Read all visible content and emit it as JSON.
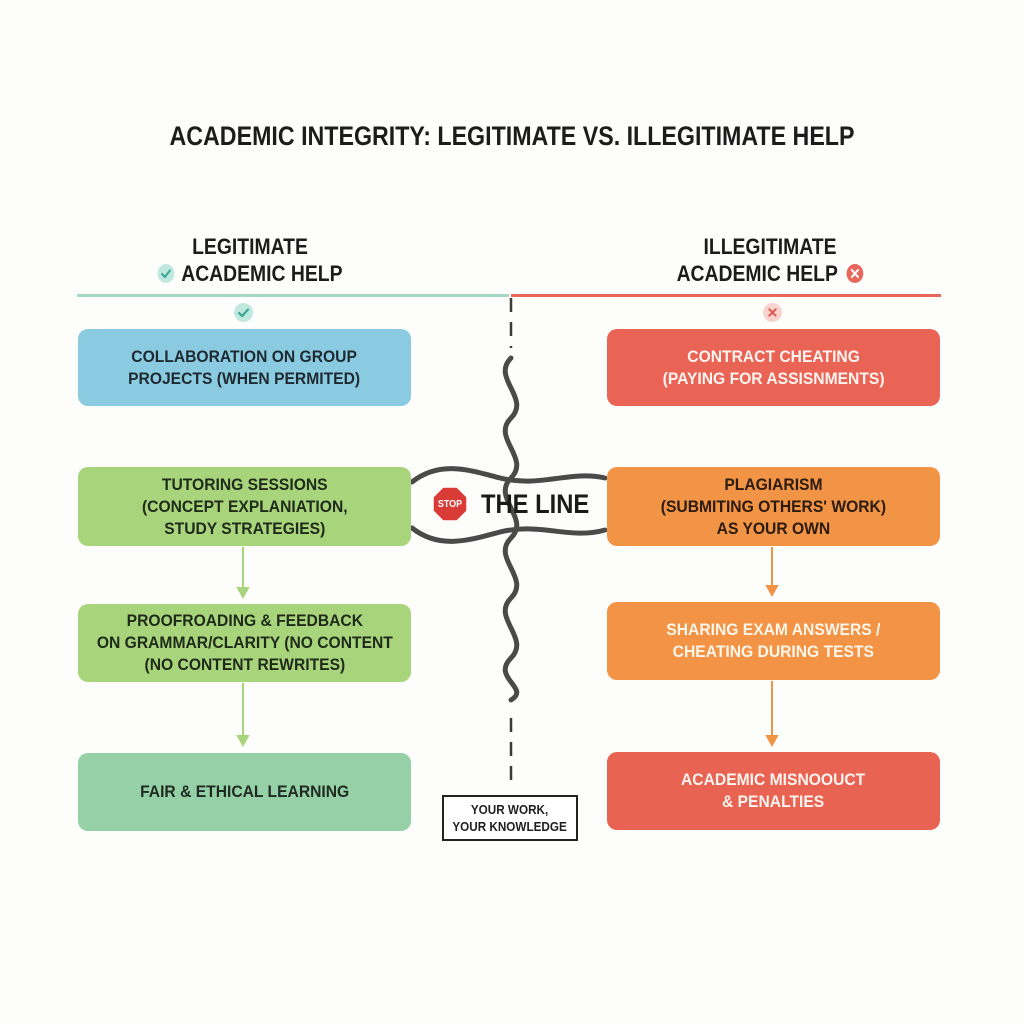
{
  "title": "ACADEMIC INTEGRITY: LEGITIMATE VS. ILLEGITIMATE HELP",
  "left": {
    "heading_line1": "LEGITIMATE",
    "heading_line2": "ACADEMIC HELP",
    "icon": "check-circle-icon",
    "color": "#6cc3b5",
    "items": [
      "COLLABORATION ON GROUP\nPROJECTS (WHEN PERMITED)",
      "TUTORING SESSIONS\n(CONCEPT EXPLANIATION,\nSTUDY STRATEGIES)",
      "PROOFROADING & FEEDBACK\nON GRAMMAR/CLARITY (NO CONTENT\n(NO CONTENT REWRITES)",
      "FAIR & ETHICAL LEARNING"
    ]
  },
  "right": {
    "heading_line1": "ILLEGITIMATE",
    "heading_line2": "ACADEMIC HELP",
    "icon": "x-circle-icon",
    "color": "#e8675a",
    "items": [
      "CONTRACT CHEATING\n(PAYING FOR ASSISNMENTS)",
      "PLAGIARISM\n(SUBMITING OTHERS' WORK)\nAS YOUR OWN",
      "SHARING EXAM ANSWERS /\nCHEATING DURING TESTS",
      "ACADEMIC MISNOOUCT\n& PENALTIES"
    ]
  },
  "center": {
    "stop_label": "STOP",
    "line_label": "THE LINE",
    "motto": "YOUR WORK,\nYOUR KNOWLEDGE"
  },
  "colors": {
    "blue": "#8bcbe2",
    "green": "#a8d47c",
    "sea_green": "#95d0a7",
    "red": "#e96455",
    "orange": "#f19446",
    "line_gray": "#4a4a4a"
  }
}
